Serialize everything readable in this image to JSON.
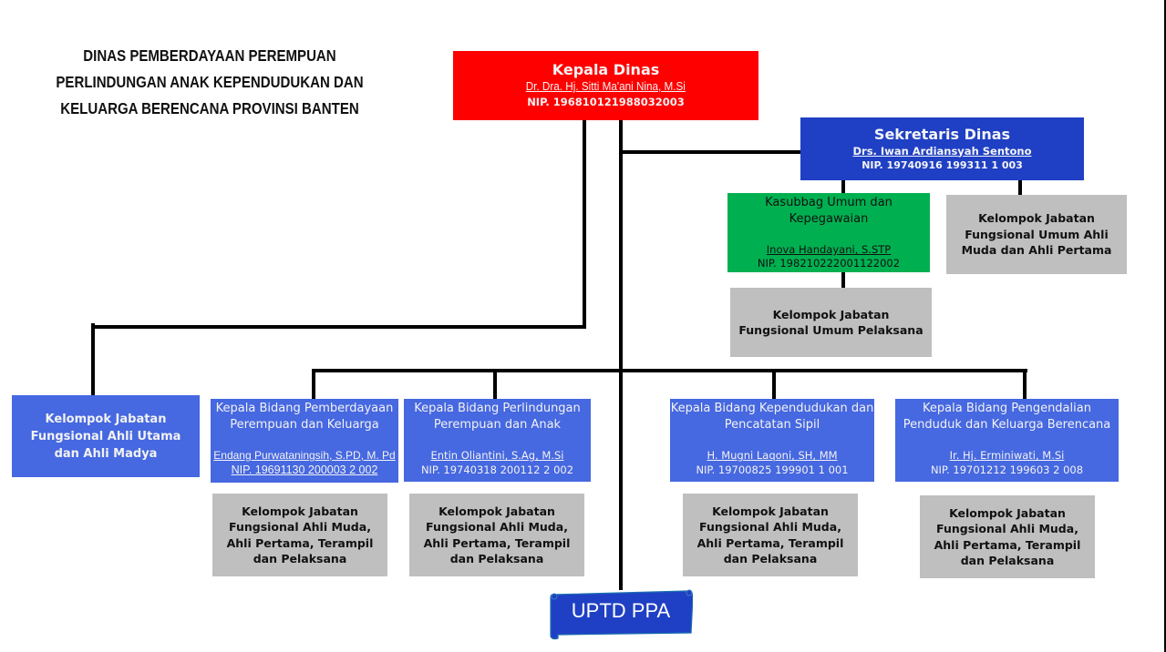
{
  "header": {
    "title_lines": [
      "DINAS PEMBERDAYAAN  PEREMPUAN",
      "PERLINDUNGAN  ANAK KEPENDUDUKAN  DAN",
      "KELUARGA  BERENCANA  PROVINSI  BANTEN"
    ]
  },
  "colors": {
    "kepala": "#ff0000",
    "sekretaris": "#1f40c4",
    "kasubbag": "#00b050",
    "bidang": "#4668e0",
    "fungsional": "#bfbfbf",
    "uptd": "#1f40c4"
  },
  "kepala_dinas": {
    "title": "Kepala Dinas",
    "name": "Dr. Dra. Hj. Sitti Ma'ani Nina, M.Si",
    "nip": "NIP. 196810121988032003"
  },
  "sekretaris": {
    "title": "Sekretaris Dinas",
    "name": "Drs. Iwan Ardiansyah  Sentono",
    "nip": "NIP. 19740916 199311 1 003"
  },
  "kasubbag": {
    "title": "Kasubbag Umum dan Kepegawaian",
    "name": "Inova Handayani, S.STP",
    "nip": "NIP. 198210222001122002"
  },
  "fungsional_umum_muda": "Kelompok Jabatan Fungsional Umum Ahli Muda dan Ahli Pertama",
  "fungsional_umum_pelaksana": "Kelompok Jabatan Fungsional Umum Pelaksana",
  "fungsional_utama": "Kelompok Jabatan Fungsional Ahli Utama dan Ahli Madya",
  "bidang": [
    {
      "title": "Kepala Bidang Pemberdayaan Perempuan dan Keluarga",
      "name": "Endang Purwataningsih, S.PD, M. Pd",
      "nip": "NIP. 19691130 200003 2 002",
      "group": "Kelompok Jabatan Fungsional Ahli Muda, Ahli Pertama, Terampil dan Pelaksana"
    },
    {
      "title": "Kepala Bidang Perlindungan Perempuan dan Anak",
      "name": "Entin Oliantini, S.Ag, M.Si",
      "nip": "NIP. 19740318 200112 2 002",
      "group": "Kelompok Jabatan Fungsional Ahli Muda, Ahli Pertama, Terampil dan Pelaksana"
    },
    {
      "title": "Kepala Bidang Kependudukan dan Pencatatan Sipil",
      "name": "H. Mugni Laqoni, SH, MM",
      "nip": "NIP. 19700825 199901 1 001",
      "group": "Kelompok Jabatan Fungsional Ahli Muda, Ahli Pertama, Terampil dan Pelaksana"
    },
    {
      "title": "Kepala Bidang Pengendalian Penduduk dan Keluarga Berencana",
      "name": "Ir. Hj. Erminiwati, M.Si",
      "nip": "NIP. 19701212 199603 2 008",
      "group": "Kelompok Jabatan Fungsional Ahli Muda, Ahli Pertama, Terampil dan Pelaksana"
    }
  ],
  "uptd": {
    "label": "UPTD PPA"
  }
}
